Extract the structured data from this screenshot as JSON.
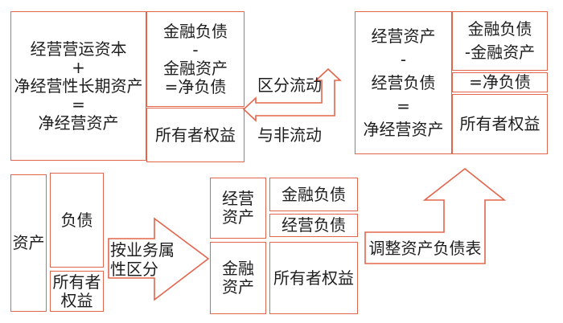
{
  "colors": {
    "accent_stroke": "#e2664c",
    "text": "#1e1e1e",
    "background": "#ffffff"
  },
  "top_left_box": {
    "main": "经营营运资本\n+\n净经营性长期资产\n=\n净经营资产",
    "financial": "金融负债\n-\n金融资产\n=净负债",
    "equity": "所有者权益"
  },
  "separate_arrow": {
    "label_top": "区分流动",
    "label_bottom": "与非流动"
  },
  "top_right_box": {
    "main": "经营资产\n-\n经营负债\n=\n净经营资产",
    "financial": "金融负债\n-金融资产",
    "net_debt": "=净负债",
    "equity": "所有者权益"
  },
  "bottom_left_box": {
    "assets": "资产",
    "liabilities": "负债",
    "equity": "所有者\n权益"
  },
  "classify_arrow": {
    "label": "按业务属\n性区分"
  },
  "middle_box": {
    "operating_assets": "经营\n资产",
    "financial_assets": "金融\n资产",
    "financial_liabilities": "金融负债",
    "operating_liabilities": "经营负债",
    "equity": "所有者权益"
  },
  "adjust_arrow": {
    "label": "调整资产负债表"
  }
}
